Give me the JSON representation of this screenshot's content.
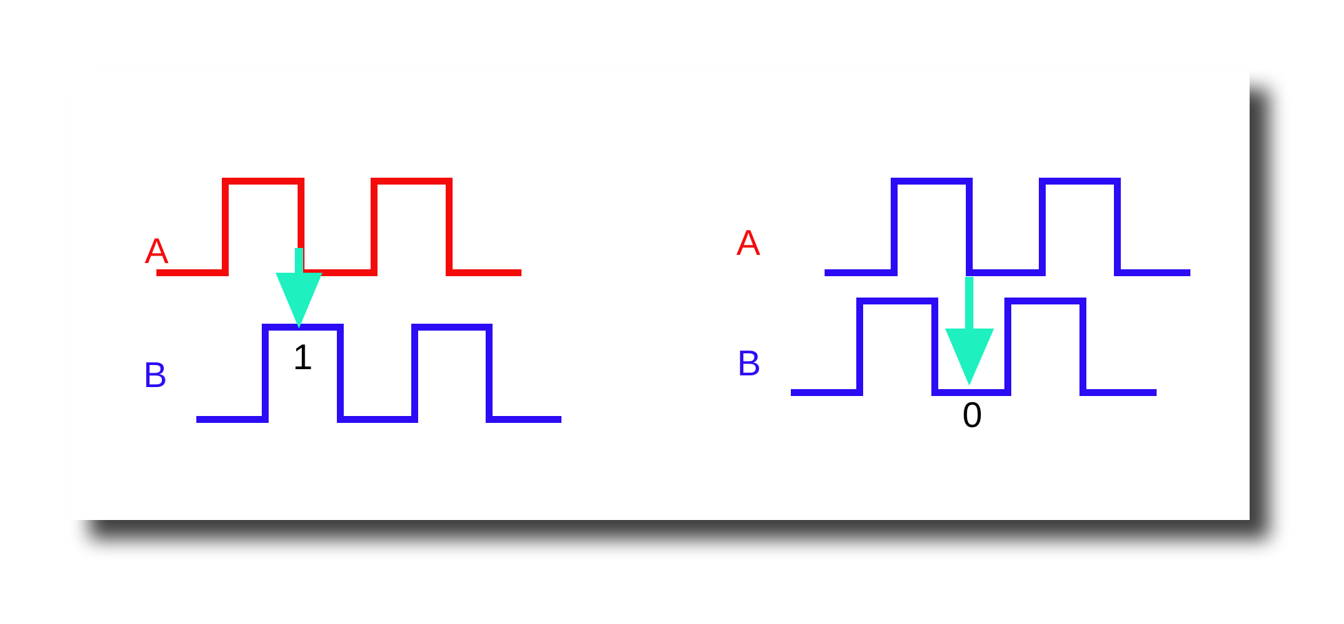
{
  "panels": [
    {
      "label_a": "A",
      "label_b": "B",
      "value": "1",
      "color_a": "#f40c0c",
      "color_b": "#2c0cf4"
    },
    {
      "label_a": "A",
      "label_b": "B",
      "value": "0",
      "color_a": "#2c0cf4",
      "color_b": "#2c0cf4"
    }
  ],
  "colors": {
    "arrow": "#1ef0c0",
    "value_text": "#000000",
    "card_background": "#ffffff"
  }
}
